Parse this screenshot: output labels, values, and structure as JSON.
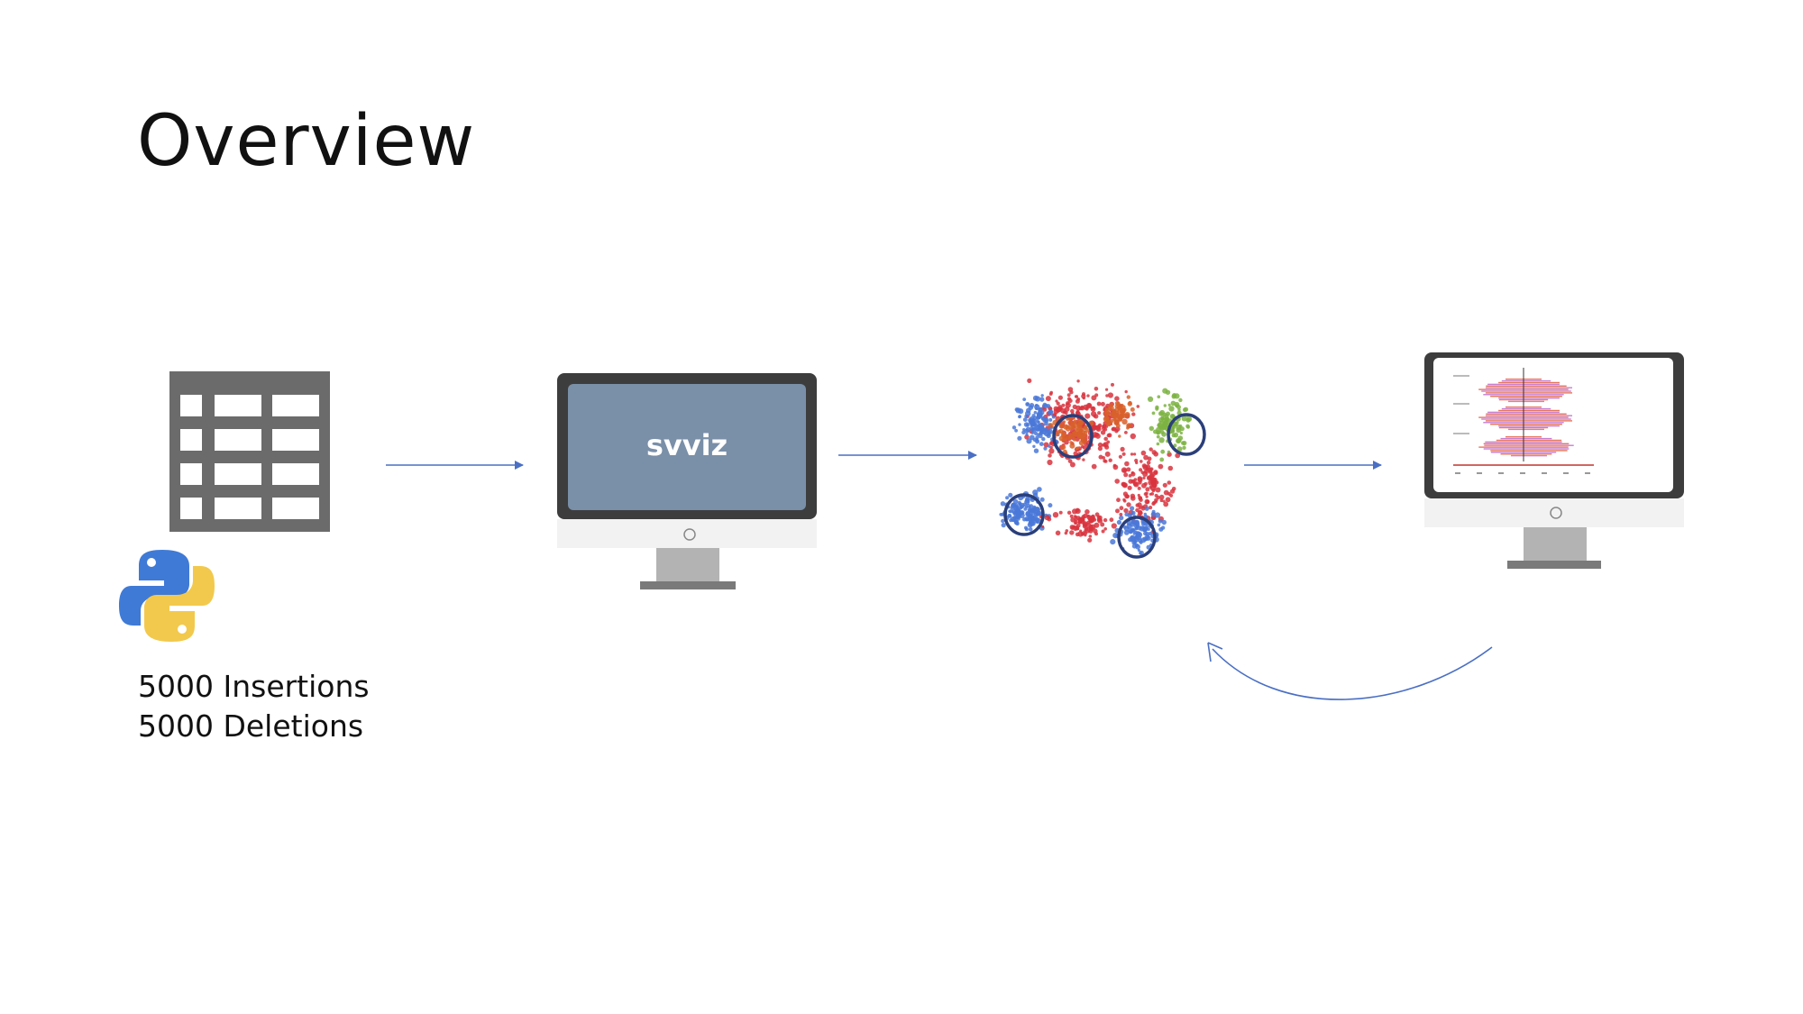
{
  "title": "Overview",
  "icons": {
    "spreadsheet": "table-grid-icon",
    "python": "python-logo-icon",
    "monitor": "desktop-monitor-icon",
    "scatter": "cluster-scatter-plot-icon",
    "reads": "read-alignment-plot-icon"
  },
  "caption": {
    "insertions": "5000 Insertions",
    "deletions": "5000 Deletions"
  },
  "monitor_screen_text": "svviz",
  "colors": {
    "arrow": "#4a6fc4",
    "spreadsheet": "#6b6b6b",
    "monitor_bezel": "#3d3d3d",
    "monitor_screen": "#7a8fa8",
    "monitor_chin": "#f2f2f2",
    "monitor_stand": "#b3b3b3",
    "monitor_base": "#7a7a7a",
    "python_blue": "#3f7ad6",
    "python_yellow": "#f2c94c",
    "cluster_blue": "#4a78d8",
    "cluster_red": "#d8343e",
    "cluster_orange": "#d8612a",
    "cluster_green": "#7cb342",
    "highlight_circle": "#2a3f7a"
  }
}
